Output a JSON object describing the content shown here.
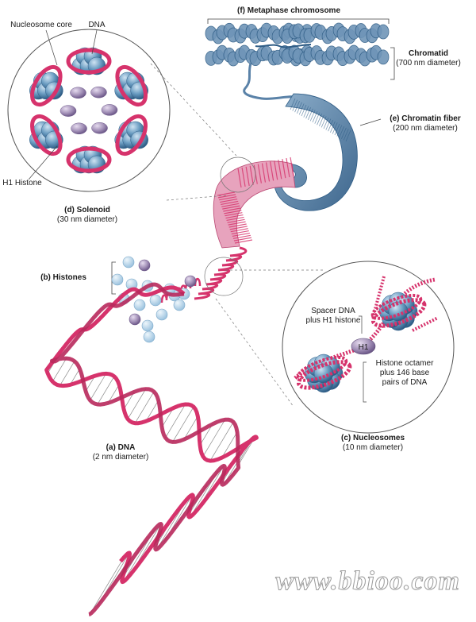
{
  "labels": {
    "nucleosome_core": "Nucleosome core",
    "dna_top": "DNA",
    "h1_histone": "H1 Histone",
    "solenoid_title": "(d) Solenoid",
    "solenoid_diameter": "(30 nm diameter)",
    "metaphase_title": "(f) Metaphase chromosome",
    "chromatid_title": "Chromatid",
    "chromatid_diameter": "(700 nm diameter)",
    "chromatin_title": "(e) Chromatin fiber",
    "chromatin_diameter": "(200 nm diameter)",
    "histones_title": "(b) Histones",
    "spacer_line1": "Spacer DNA",
    "spacer_line2": "plus H1 histone",
    "h1_bead": "H1",
    "octamer_line1": "Histone octamer",
    "octamer_line2": "plus 146 base",
    "octamer_line3": "pairs of DNA",
    "nucleosomes_title": "(c) Nucleosomes",
    "nucleosomes_diameter": "(10 nm diameter)",
    "dna_title": "(a) DNA",
    "dna_diameter": "(2 nm diameter)"
  },
  "watermark": "www.bbioo.com",
  "colors": {
    "dna": "#d6336c",
    "histone": "#6b9dc2",
    "h1": "#a391b8",
    "chromatin": "#5a82a8",
    "loose_histone": "#b5d3e8"
  }
}
